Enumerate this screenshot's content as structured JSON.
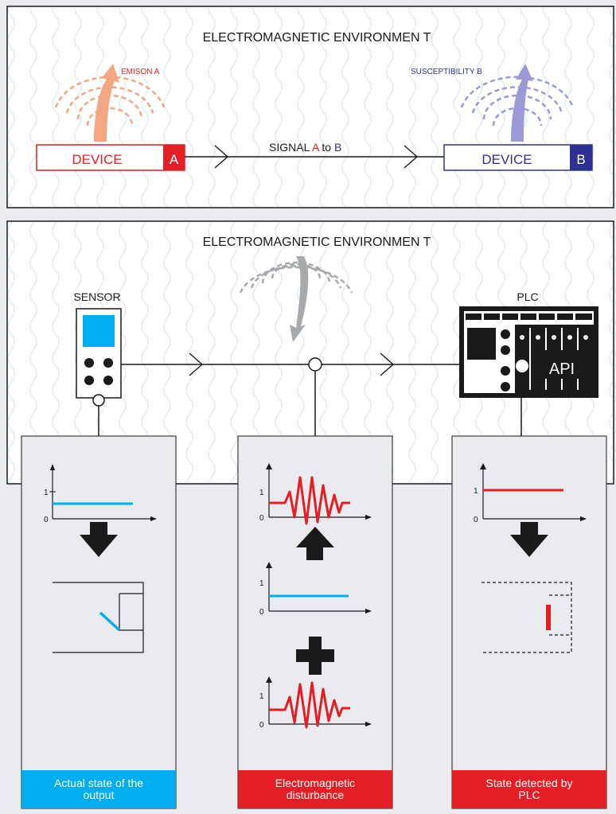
{
  "top_panel": {
    "title": "ELECTROMAGNETIC ENVIRONMEN      T",
    "emission_label": "EMISON   A",
    "susceptibility_label": "SUSCEPTIBILITY    B",
    "device_a": {
      "label": "DEVICE",
      "tag": "A"
    },
    "device_b": {
      "label": "DEVICE",
      "tag": "B"
    },
    "signal": {
      "prefix": "SIGNAL  ",
      "from": "A",
      "to_word": " to ",
      "to": "B"
    }
  },
  "bottom_panel": {
    "title": "ELECTROMAGNETIC ENVIRONMEN      T",
    "sensor_label": "SENSOR",
    "plc_label": "PLC",
    "plc_module_text": "API"
  },
  "graphs": {
    "tick_one": "1",
    "tick_zero": "0"
  },
  "captions": {
    "left": "Actual state of the output",
    "middle": "Electromagnetic disturbance",
    "right": "State detected by PLC"
  },
  "colors": {
    "red": "#e31e24",
    "blue": "#2e3192",
    "cyan": "#00aeef",
    "emission": "#f4a582",
    "susceptibility": "#9c9ad6"
  }
}
